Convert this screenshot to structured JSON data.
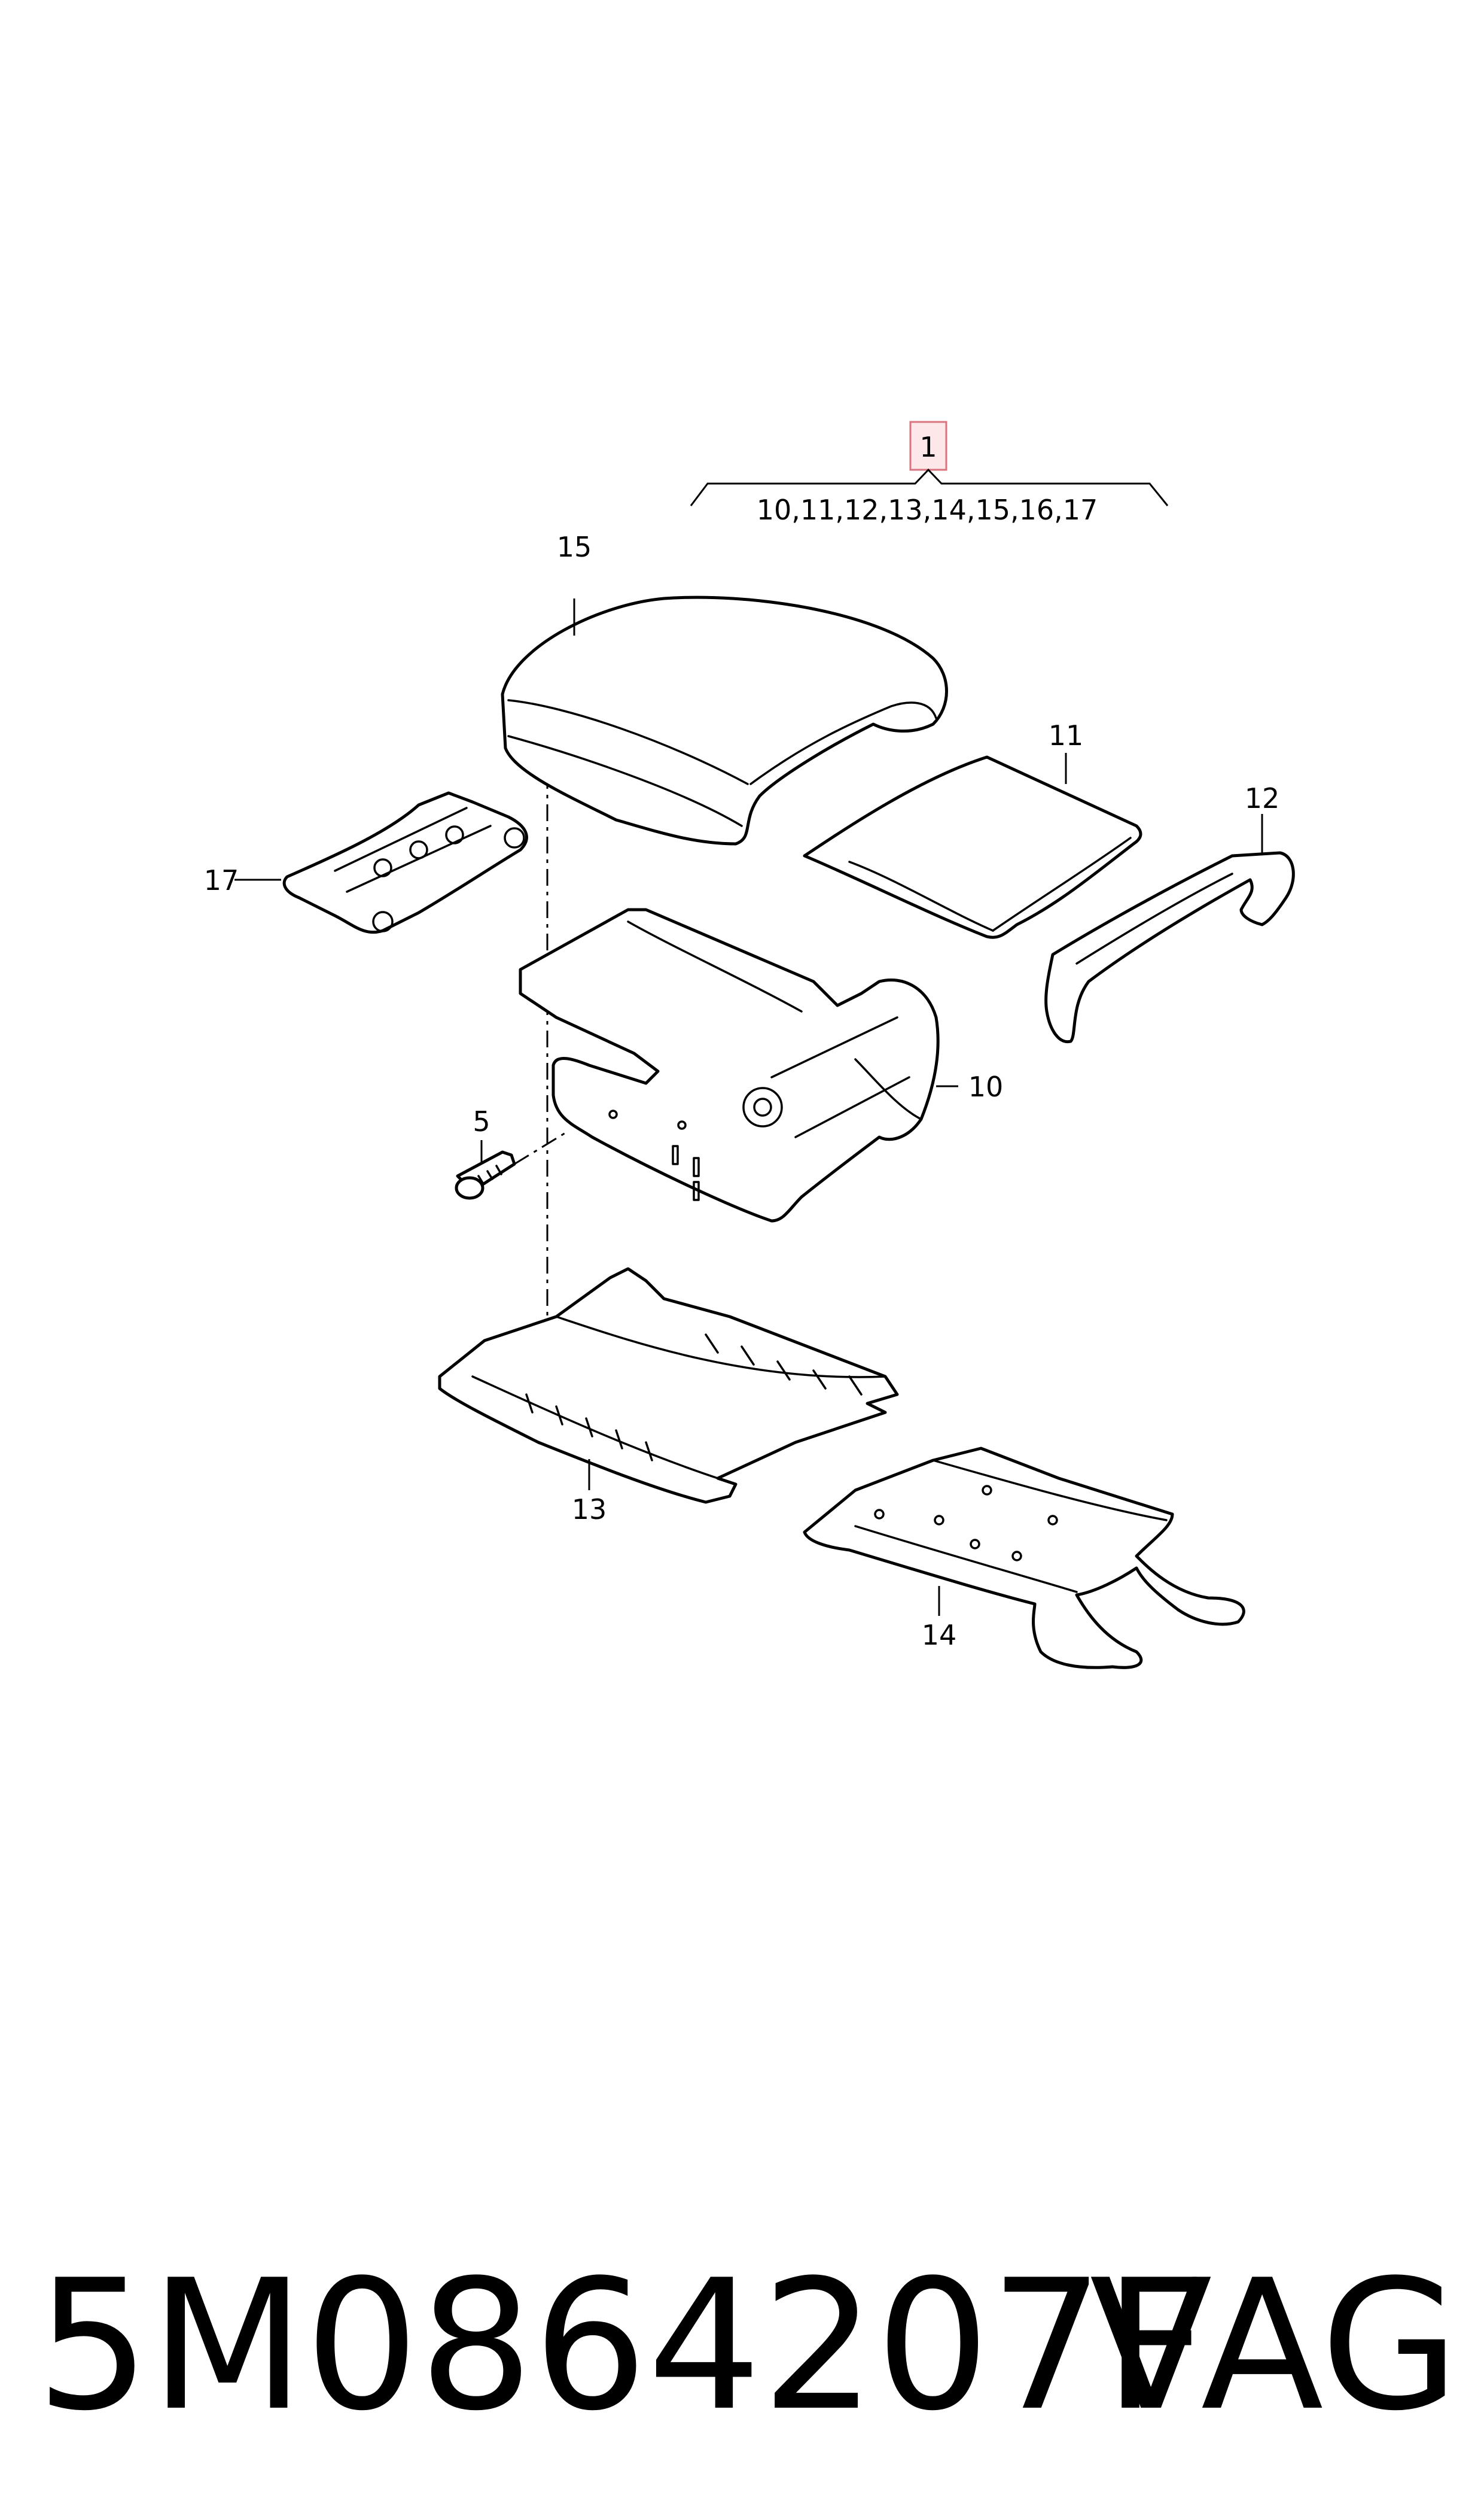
{
  "assembly": {
    "number": "1",
    "components": "10,11,12,13,14,15,16,17"
  },
  "callouts": {
    "c15": "15",
    "c11": "11",
    "c12": "12",
    "c17": "17",
    "c10": "10",
    "c5": "5",
    "c13": "13",
    "c14": "14"
  },
  "footer": {
    "part_number": "5M0864207F",
    "brand": "VAG"
  },
  "colors": {
    "assembly_box_fill": "#fde7e9",
    "assembly_box_stroke": "#d9737f"
  }
}
